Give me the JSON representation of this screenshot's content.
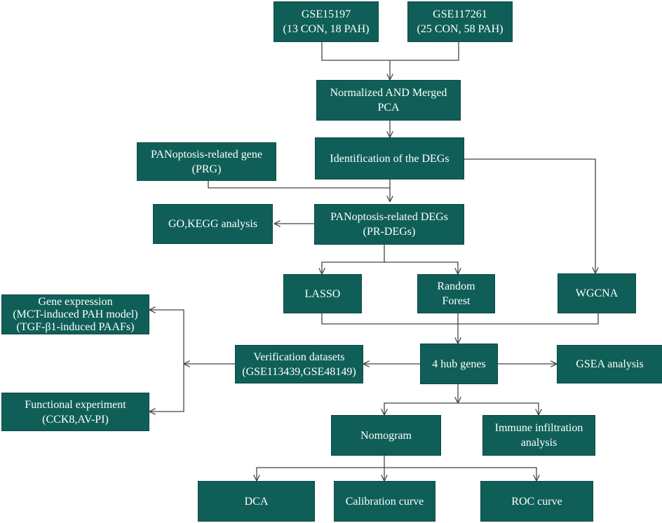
{
  "nodes": {
    "gse15197": {
      "line1": "GSE15197",
      "line2": "(13 CON, 18 PAH)"
    },
    "gse117261": {
      "line1": "GSE117261",
      "line2": "(25 CON, 58 PAH)"
    },
    "normalized": {
      "line1": "Normalized AND Merged",
      "line2": "PCA"
    },
    "degs": {
      "line1": "Identification of the DEGs"
    },
    "prg": {
      "line1": "PANoptosis-related gene",
      "line2": "(PRG)"
    },
    "go_kegg": {
      "line1": "GO,KEGG analysis"
    },
    "pr_degs": {
      "line1": "PANoptosis-related DEGs",
      "line2": "(PR-DEGs)"
    },
    "lasso": {
      "line1": "LASSO"
    },
    "random_forest": {
      "line1": "Random",
      "line2": "Forest"
    },
    "wgcna": {
      "line1": "WGCNA"
    },
    "gene_expression": {
      "line1": "Gene expression",
      "line2": "(MCT-induced PAH model)",
      "line3": "(TGF-β1-induced PAAFs)"
    },
    "verification": {
      "line1": "Verification datasets",
      "line2": "(GSE113439,GSE48149)"
    },
    "hub_genes": {
      "line1": "4 hub genes"
    },
    "gsea": {
      "line1": "GSEA analysis"
    },
    "functional": {
      "line1": "Functional experiment",
      "line2": "(CCK8,AV-PI)"
    },
    "nomogram": {
      "line1": "Nomogram"
    },
    "immune": {
      "line1": "Immune infiltration",
      "line2": "analysis"
    },
    "dca": {
      "line1": "DCA"
    },
    "calibration": {
      "line1": "Calibration curve"
    },
    "roc": {
      "line1": "ROC curve"
    }
  },
  "colors": {
    "box_fill": "#0f5f58",
    "box_text": "#ffffff",
    "connector": "#444444"
  }
}
